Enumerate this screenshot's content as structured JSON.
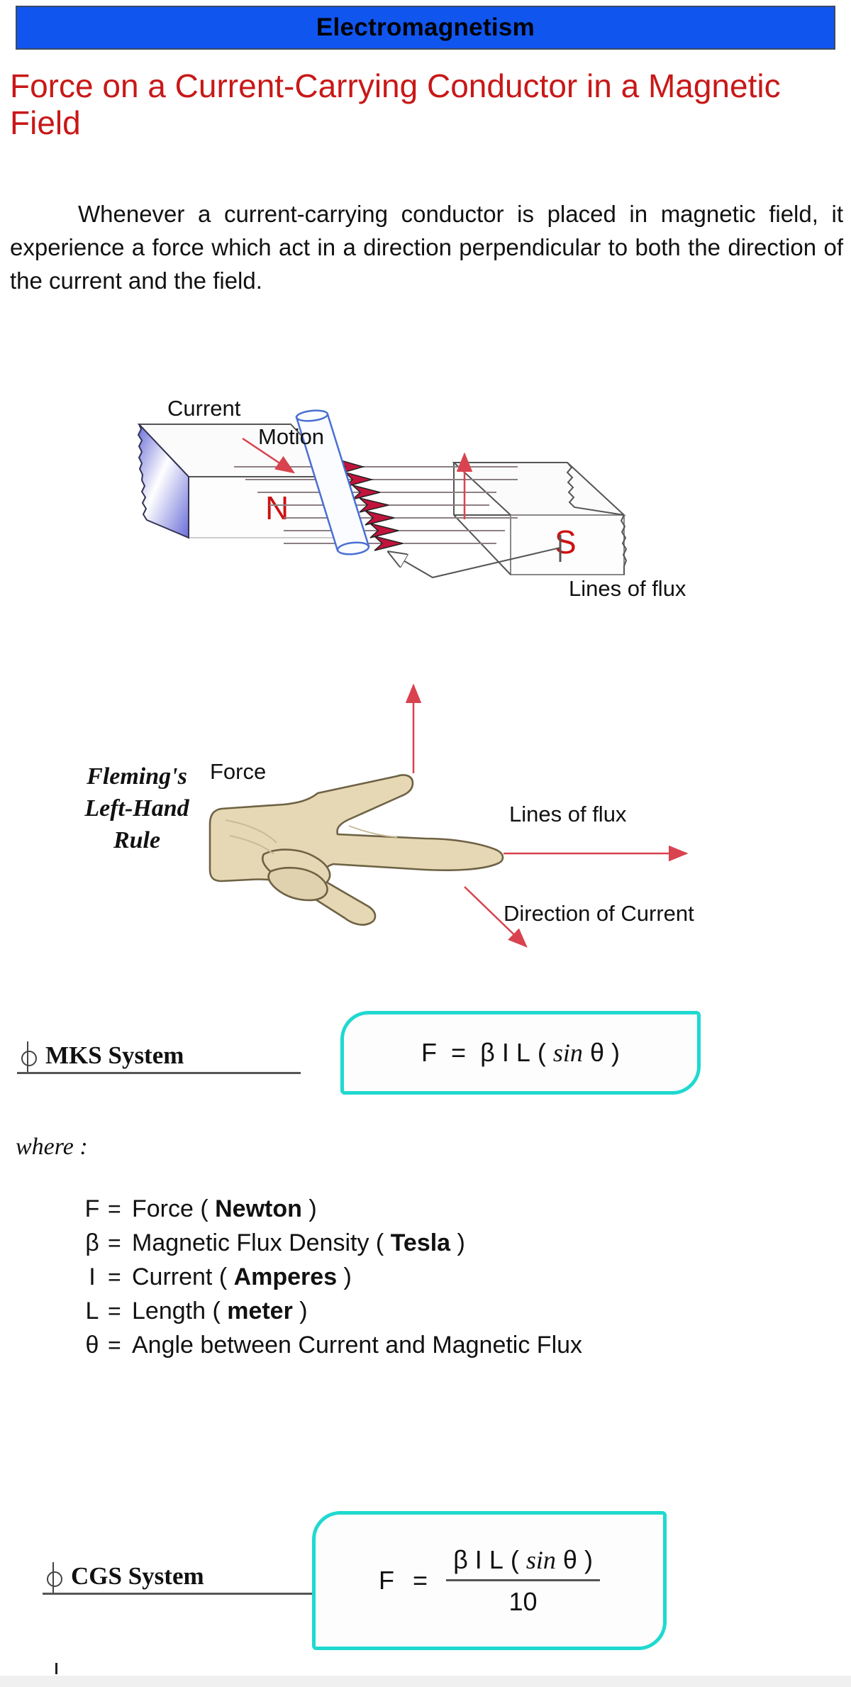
{
  "banner": {
    "title": "Electromagnetism",
    "bg_color": "#1055ee",
    "border_color": "#3b4a66"
  },
  "heading": {
    "text": "Force on a Current-Carrying Conductor in a Magnetic Field",
    "color": "#c81818"
  },
  "paragraph": {
    "text": "Whenever a current-carrying conductor is placed in magnetic field, it experience a force which act in a direction perpendicular to both the direction of the current and the field."
  },
  "magnet_diagram": {
    "label_current": "Current",
    "label_motion": "Motion",
    "label_lines_of_flux": "Lines of flux",
    "pole_north": "N",
    "pole_south": "S",
    "flux_line_count": 7,
    "arrow_color": "#c0143c",
    "conductor_color": "#4a6fd4",
    "pole_letter_color": "#cc1111"
  },
  "hand_diagram": {
    "caption": "Fleming's Left-Hand Rule",
    "caption_line1": "Fleming's",
    "caption_line2": "Left-Hand",
    "caption_line3": "Rule",
    "label_force": "Force",
    "label_lines_of_flux": "Lines of flux",
    "label_direction_of_current": "Direction of Current",
    "hand_fill": "#e6d8b4",
    "hand_stroke": "#6e6245",
    "arrow_color": "#d8434f"
  },
  "mks": {
    "label": "MKS System",
    "formula_f": "F",
    "formula_eq": "=",
    "formula_beta": "β",
    "formula_i": "I",
    "formula_l": "L",
    "formula_open": "(",
    "formula_sin": "sin",
    "formula_theta": "θ",
    "formula_close": ")",
    "box_border_color": "#1fd9d0"
  },
  "where": {
    "label": "where :"
  },
  "definitions": [
    {
      "symbol": "F",
      "eq": "=",
      "prefix": "Force ( ",
      "bold": "Newton",
      "suffix": " )"
    },
    {
      "symbol": "β",
      "eq": "=",
      "prefix": "Magnetic Flux Density ( ",
      "bold": "Tesla",
      "suffix": " )"
    },
    {
      "symbol": "I",
      "eq": "=",
      "prefix": "Current ( ",
      "bold": "Amperes",
      "suffix": " )"
    },
    {
      "symbol": "L",
      "eq": "=",
      "prefix": "Length ( ",
      "bold": "meter",
      "suffix": " )"
    },
    {
      "symbol": "θ",
      "eq": "=",
      "prefix": "Angle between Current and Magnetic Flux",
      "bold": "",
      "suffix": ""
    }
  ],
  "cgs": {
    "label": "CGS System",
    "formula_f": "F",
    "formula_eq": "=",
    "numerator_beta": "β",
    "numerator_i": "I",
    "numerator_l": "L",
    "numerator_open": "(",
    "numerator_sin": "sin",
    "numerator_theta": "θ",
    "numerator_close": ")",
    "denominator": "10",
    "box_border_color": "#1fd9d0"
  }
}
